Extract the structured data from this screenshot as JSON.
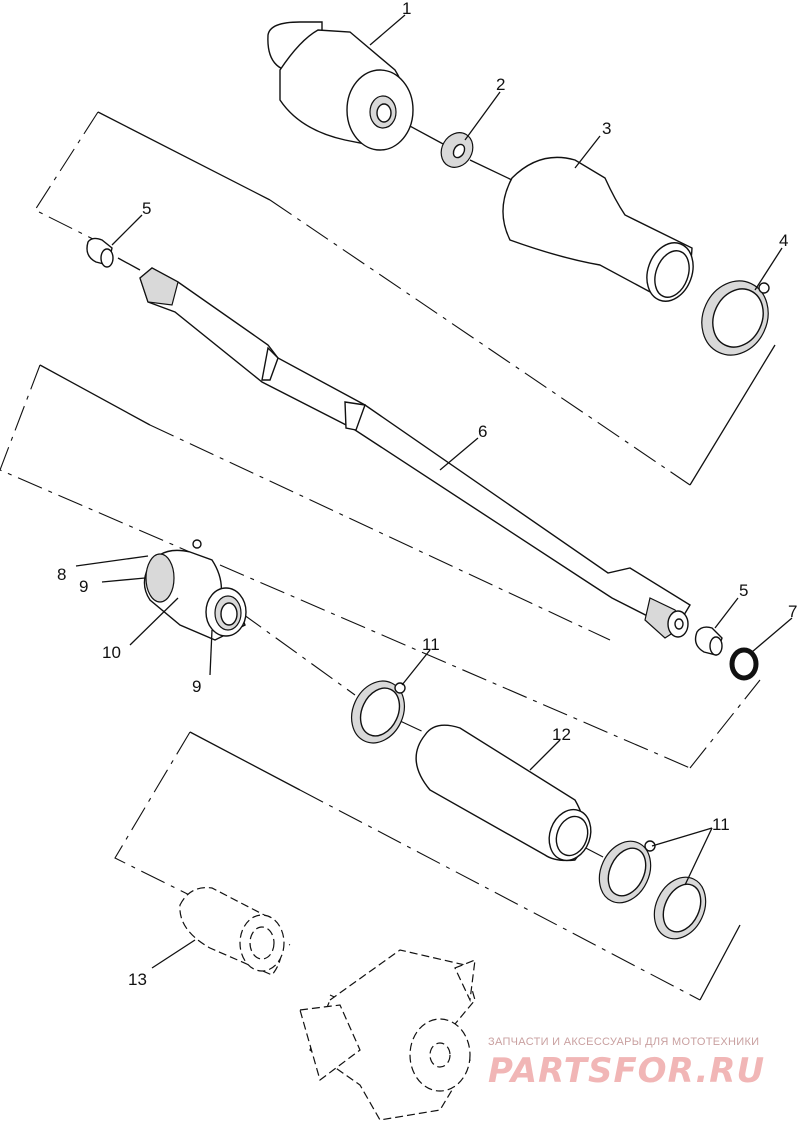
{
  "callouts": {
    "c1": "1",
    "c2": "2",
    "c3": "3",
    "c4": "4",
    "c5a": "5",
    "c5b": "5",
    "c6": "6",
    "c7": "7",
    "c8": "8",
    "c9a": "9",
    "c9b": "9",
    "c10": "10",
    "c11a": "11",
    "c11b": "11",
    "c12": "12",
    "c13": "13"
  },
  "watermark": {
    "tagline": "ЗАПЧАСТИ И АКСЕССУАРЫ ДЛЯ МОТОТЕХНИКИ",
    "logo": "PARTSFOR.RU"
  },
  "colors": {
    "line": "#111111",
    "shade": "#d9d9d9",
    "watermark": "#f1b6b6"
  }
}
